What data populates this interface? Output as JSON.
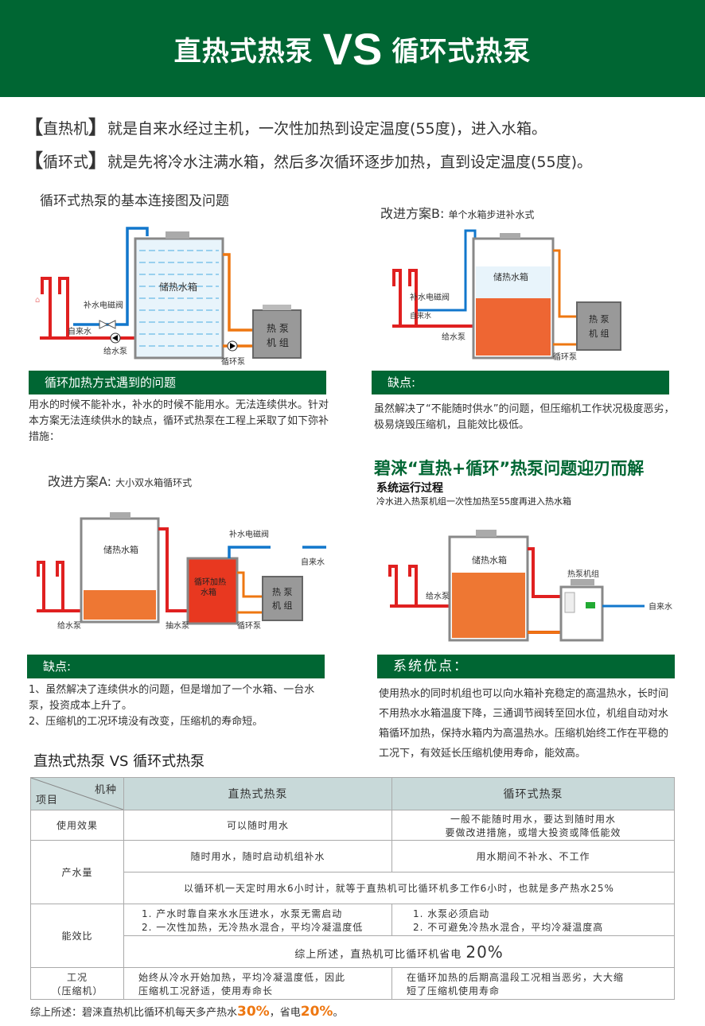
{
  "banner": {
    "left": "直热式热泵",
    "vs": "VS",
    "right": "循环式热泵",
    "bg_color": "#006633"
  },
  "definitions": [
    {
      "term": "直热机",
      "text": "就是自来水经过主机，一次性加热到设定温度(55度)，进入水箱。"
    },
    {
      "term": "循环式",
      "text": "就是先将冷水注满水箱，然后多次循环逐步加热，直到设定温度(55度)。"
    }
  ],
  "basic": {
    "title": "循环式热泵的基本连接图及问题",
    "diagram": {
      "tank": "储热水箱",
      "valve": "补水电磁阀",
      "tap_water": "自来水",
      "supply_pump": "给水泵",
      "circ_pump": "循环泵",
      "unit": "热泵机组"
    },
    "problem_bar": "循环加热方式遇到的问题",
    "problem_text": "用水的时候不能补水，补水的时候不能用水。无法连续供水。针对本方案无法连续供水的缺点，循环式热泵在工程上采取了如下弥补措施："
  },
  "plan_b": {
    "title": "改进方案B:",
    "subtitle": "单个水箱步进补水式",
    "diagram": {
      "tank": "储热水箱",
      "valve": "补水电磁阀",
      "tap_water": "自来水",
      "supply_pump": "给水泵",
      "circ_pump": "循环泵",
      "unit": "热泵机组"
    },
    "bar": "缺点:",
    "text": "虽然解决了“不能随时供水”的问题，但压缩机工作状况极度恶劣，极易烧毁压缩机，且能效比极低。"
  },
  "plan_a": {
    "title": "改进方案A:",
    "subtitle": "大小双水箱循环式",
    "diagram": {
      "tank": "储热水箱",
      "small_tank": "循环加热水箱",
      "valve": "补水电磁阀",
      "tap_water": "自来水",
      "supply_pump": "给水泵",
      "draw_pump": "抽水泵",
      "circ_pump": "循环泵",
      "unit": "热泵机组"
    },
    "bar": "缺点:",
    "items": [
      "1、虽然解决了连续供水的问题，但是增加了一个水箱、一台水泵，投资成本上升了。",
      "2、压缩机的工况环境没有改变，压缩机的寿命短。"
    ]
  },
  "solution": {
    "headline": "碧涞“直热+循环”热泵问题迎刃而解",
    "process_title": "系统运行过程",
    "process_text": "冷水进入热泵机组一次性加热至55度再进入热水箱",
    "diagram": {
      "tank": "储热水箱",
      "supply_pump": "给水泵",
      "unit": "热泵机组",
      "tap_water": "自来水"
    },
    "bar": "系统优点：",
    "text": "使用热水的同时机组也可以向水箱补充稳定的高温热水，长时间不用热水水箱温度下降，三通调节阀转至回水位，机组自动对水箱循环加热，保持水箱内为高温热水。压缩机始终工作在平稳的工况下，有效延长压缩机使用寿命，能效高。"
  },
  "comparison": {
    "title": "直热式热泵 VS 循环式热泵",
    "header": {
      "item": "项目",
      "type": "机种",
      "col1": "直热式热泵",
      "col2": "循环式热泵"
    },
    "rows": {
      "effect": {
        "label": "使用效果",
        "direct": "可以随时用水",
        "cycle_1": "一般不能随时用水，要达到随时用水",
        "cycle_2": "要做改进措施，或增大投资或降低能效"
      },
      "output": {
        "label": "产水量",
        "direct": "随时用水，随时启动机组补水",
        "cycle": "用水期间不补水、不工作",
        "merged": "以循环机一天定时用水6小时计，就等于直热机可比循环机多工作6小时，也就是多产热水25%"
      },
      "cop": {
        "label": "能效比",
        "direct_1": "1. 产水时靠自来水水压进水，水泵无需启动",
        "direct_2": "2. 一次性加热，无冷热水混合，平均冷凝温度低",
        "cycle_1": "1. 水泵必须启动",
        "cycle_2": "2. 不可避免冷热水混合，平均冷凝温度高",
        "merged_prefix": "综上所述，直热机可比循环机省电",
        "merged_value": "20%"
      },
      "condition": {
        "label_1": "工况",
        "label_2": "（压缩机）",
        "direct_1": "始终从冷水开始加热，平均冷凝温度低，因此",
        "direct_2": "压缩机工况舒适，使用寿命长",
        "cycle_1": "在循环加热的后期高温段工况相当恶劣，大大缩",
        "cycle_2": "短了压缩机使用寿命"
      }
    }
  },
  "summary": {
    "prefix": "综上所述：碧涞直热机比循环机每天多产热水",
    "v1": "30%",
    "mid": "，省电",
    "v2": "20%",
    "suffix": "。",
    "accent": "#ee7711"
  }
}
